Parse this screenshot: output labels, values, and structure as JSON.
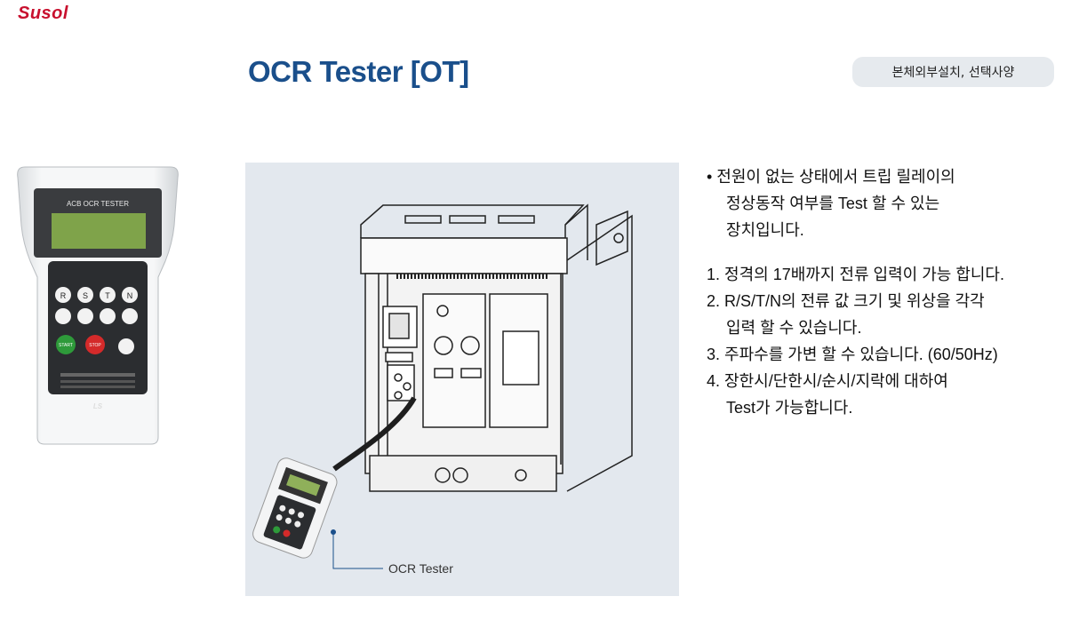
{
  "brand": "Susol",
  "title": "OCR Tester [OT]",
  "badge": "본체외부설치, 선택사양",
  "device": {
    "screen_label": "ACB OCR TESTER",
    "keys_row1": [
      "R",
      "S",
      "T",
      "N"
    ],
    "key_start": "START",
    "key_stop": "STOP",
    "logo": "LS"
  },
  "photo": {
    "callout_label": "OCR Tester"
  },
  "description": {
    "intro": [
      "• 전원이 없는 상태에서 트립 릴레이의",
      "정상동작 여부를 Test 할 수 있는",
      "장치입니다."
    ],
    "items": [
      [
        "1. 정격의 17배까지 전류 입력이 가능 합니다."
      ],
      [
        "2. R/S/T/N의 전류 값 크기 및 위상을 각각",
        "입력 할 수 있습니다."
      ],
      [
        "3. 주파수를 가변 할 수 있습니다. (60/50Hz)"
      ],
      [
        "4. 장한시/단한시/순시/지락에 대하여",
        "Test가 가능합니다."
      ]
    ]
  },
  "colors": {
    "brand": "#c8102e",
    "title": "#1a4f8b",
    "badge_bg": "#e6eaee",
    "panel_bg": "#e3e8ee"
  }
}
